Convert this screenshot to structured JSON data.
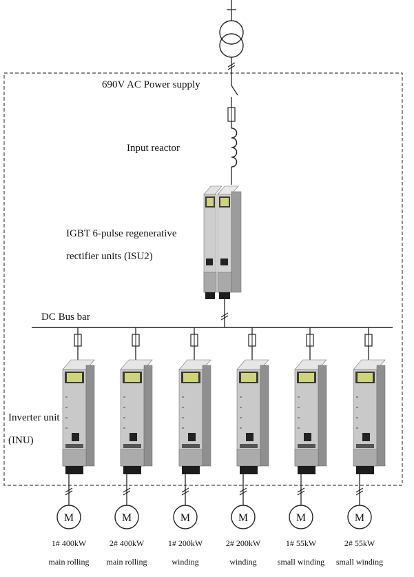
{
  "labels": {
    "supply": "690V AC Power supply",
    "reactor": "Input reactor",
    "rectifier_line1": "IGBT 6-pulse regenerative",
    "rectifier_line2": "rectifier units (ISU2)",
    "dc_bus": "DC Bus bar",
    "inverter_line1": "Inverter unit",
    "inverter_line2": "(INU)"
  },
  "motor_symbol": "M",
  "drives": [
    {
      "rating": "1# 400kW",
      "application": "main rolling"
    },
    {
      "rating": "2# 400kW",
      "application": "main rolling"
    },
    {
      "rating": "1# 200kW",
      "application": "winding"
    },
    {
      "rating": "2# 200kW",
      "application": "winding"
    },
    {
      "rating": "1# 55kW",
      "application": "small winding"
    },
    {
      "rating": "2# 55kW",
      "application": "small winding"
    }
  ],
  "colors": {
    "line": "#222222",
    "cabinet": "#c9c9c9",
    "cabinet_dark": "#8f8f8f",
    "boundary": "#444444"
  }
}
